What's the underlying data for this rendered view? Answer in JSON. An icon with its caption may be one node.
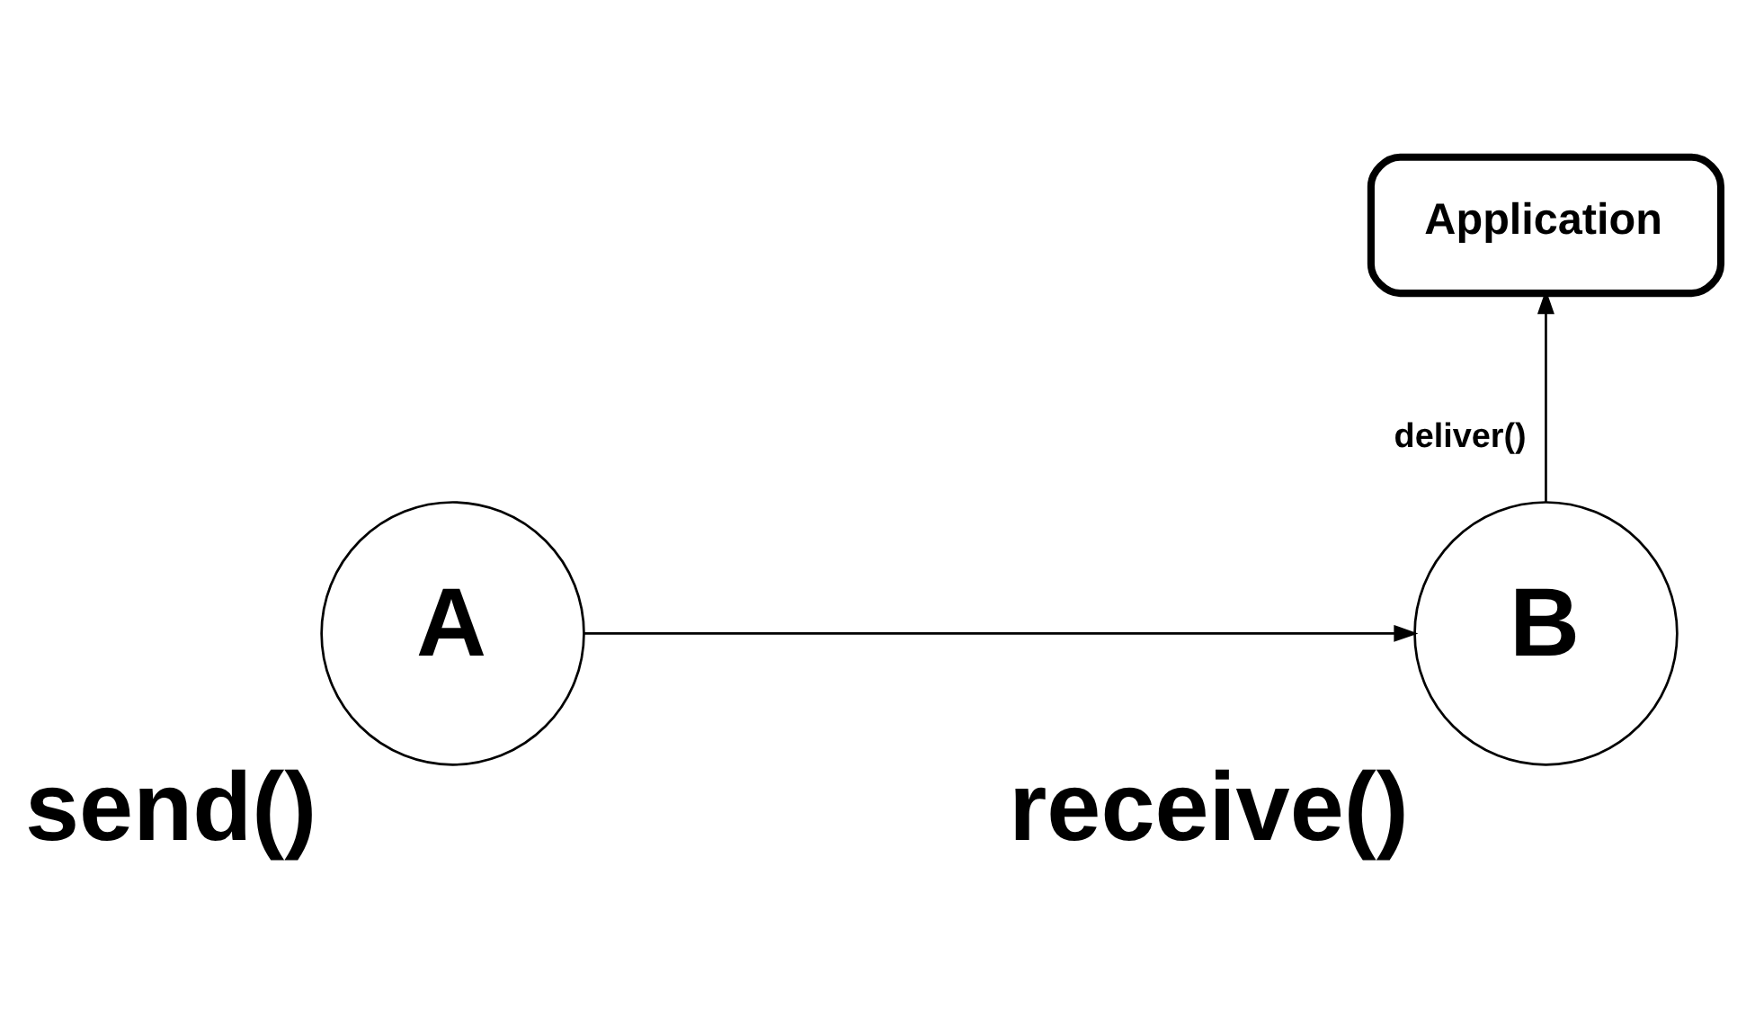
{
  "diagram": {
    "nodes": [
      {
        "text": [
          "A"
        ],
        "beside": [
          "send()"
        ]
      },
      {
        "text": [
          "B"
        ],
        "beside": [
          "receive()"
        ]
      },
      {
        "text": [
          "Application"
        ]
      }
    ],
    "edges": [
      {
        "from": 0,
        "to": 1,
        "arrow": "to"
      },
      {
        "from": 1,
        "to": 2,
        "arrow": "to",
        "label": "deliver()"
      }
    ]
  }
}
